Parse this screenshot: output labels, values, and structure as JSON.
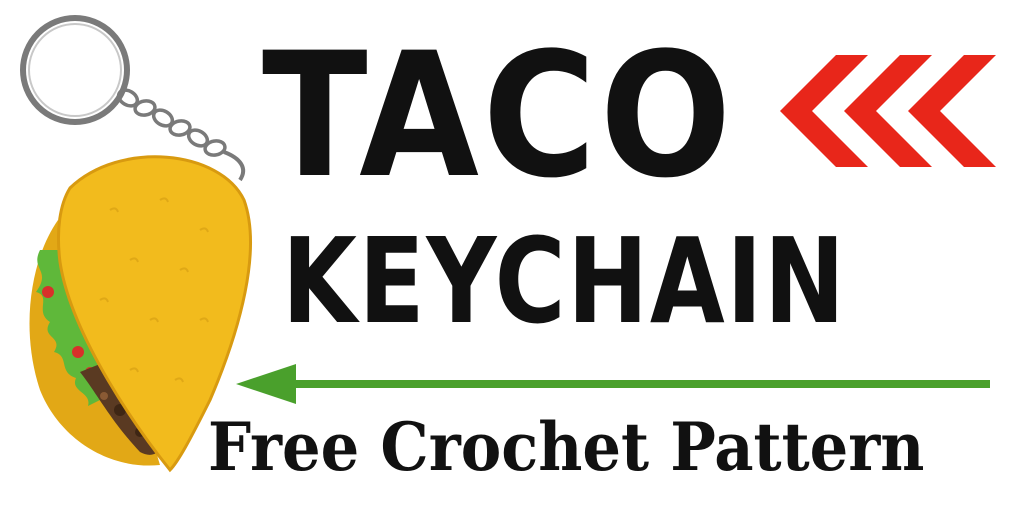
{
  "title": {
    "line1": "TACO",
    "line2": "KEYCHAIN"
  },
  "subtitle": "Free Crochet Pattern",
  "icons": {
    "illustration": "taco-keychain-icon",
    "chevrons": "chevrons-left-icon",
    "arrow": "arrow-left-icon"
  },
  "colors": {
    "text": "#111111",
    "chevron_red": "#e8261a",
    "arrow_green": "#4aa02c",
    "shell_yellow": "#f2bb1d",
    "ring_grey": "#7a7a7a"
  }
}
